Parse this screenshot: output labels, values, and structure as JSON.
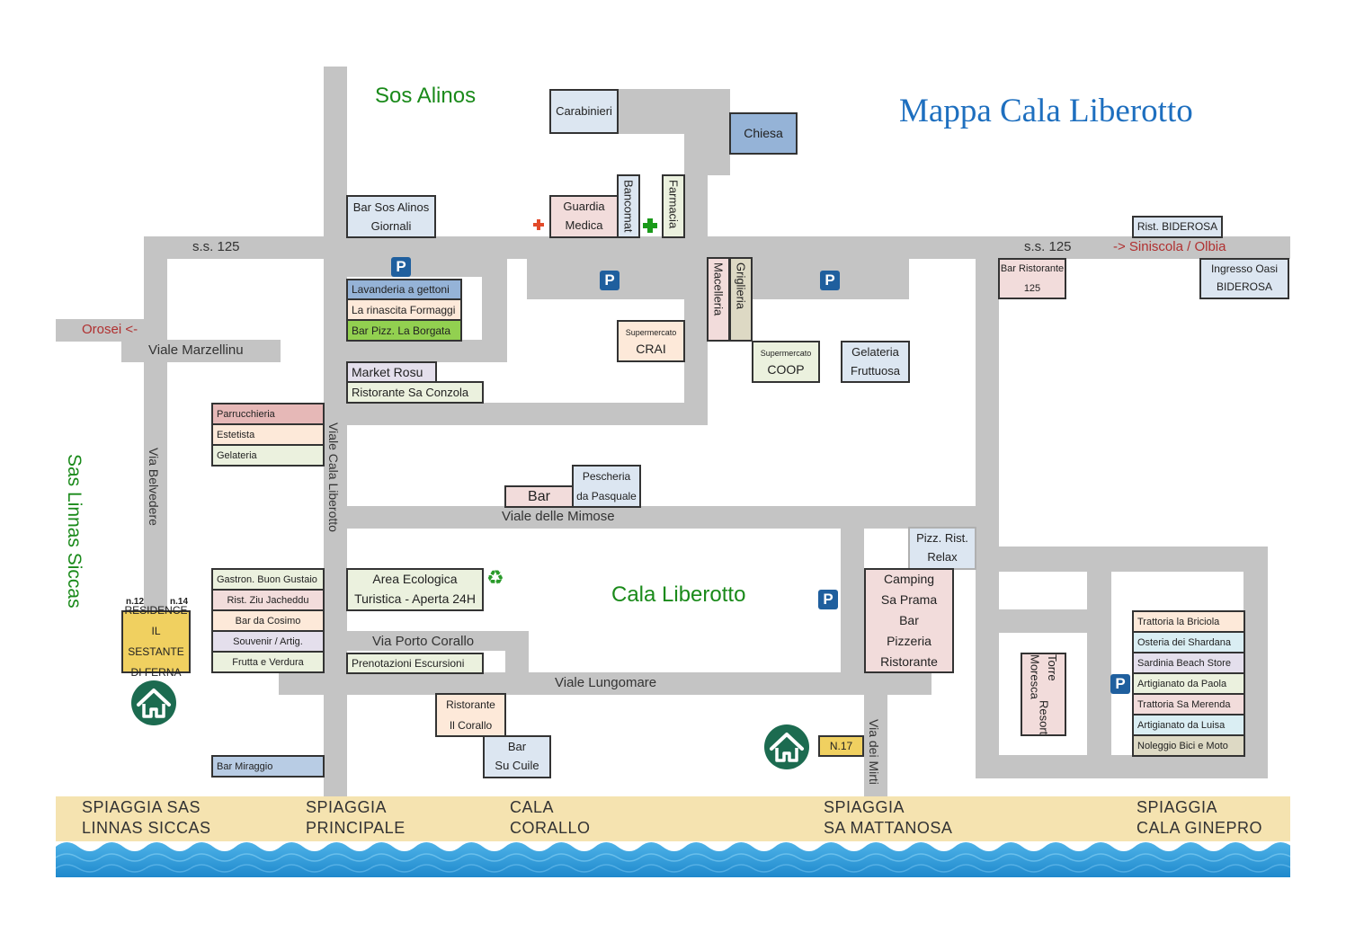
{
  "title": "Mappa Cala Liberotto",
  "areas": {
    "sos_alinos": "Sos Alinos",
    "cala_liberotto": "Cala Liberotto",
    "sas_linnas_siccas": "Sas Linnas Siccas"
  },
  "roads": {
    "ss125_west": "s.s. 125",
    "ss125_east": "s.s. 125",
    "to_siniscola": "-> Siniscola / Olbia",
    "to_orosei": "Orosei <-",
    "viale_marzellinu": "Viale Marzellinu",
    "via_belvedere": "Via Belvedere",
    "viale_cala_liberotto": "Viale Cala Liberotto",
    "viale_mimose": "Viale delle Mimose",
    "via_porto_corallo": "Via Porto Corallo",
    "viale_lungomare": "Viale Lungomare",
    "via_dei_mirti": "Via dei Mirti"
  },
  "parking_label": "P",
  "places": {
    "carabinieri": "Carabinieri",
    "chiesa": "Chiesa",
    "bar_sos_alinos_1": "Bar Sos Alinos",
    "bar_sos_alinos_2": "Giornali",
    "guardia_1": "Guardia",
    "guardia_2": "Medica",
    "bancomat": "Bancomat",
    "farmacia": "Farmacia",
    "rist_biderosa": "Rist. BIDEROSA",
    "bar_ristorante_1": "Bar Ristorante",
    "bar_ristorante_2": "125",
    "oasi_1": "Ingresso Oasi",
    "oasi_2": "BIDEROSA",
    "lavanderia": "Lavanderia a gettoni",
    "rinascita": "La rinascita Formaggi",
    "borgata": "Bar  Pizz. La Borgata",
    "market_rosu": "Market Rosu",
    "sa_conzola": "Ristorante Sa Conzola",
    "macelleria": "Macelleria",
    "griglieria": "Griglieria",
    "crai_1": "Supermercato",
    "crai_2": "CRAI",
    "coop_1": "Supermercato",
    "coop_2": "COOP",
    "gelateria_fr_1": "Gelateria",
    "gelateria_fr_2": "Fruttuosa",
    "parrucchieria": "Parrucchieria",
    "estetista": "Estetista",
    "gelateria": "Gelateria",
    "bar": "Bar",
    "pescheria_1": "Pescheria",
    "pescheria_2": "da Pasquale",
    "pizz_relax_1": "Pizz. Rist.",
    "pizz_relax_2": "Relax",
    "gastron": "Gastron. Buon Gustaio",
    "ziu_jacheddu": "Rist. Ziu Jacheddu",
    "bar_cosimo": "Bar da Cosimo",
    "souvenir": "Souvenir / Artig.",
    "frutta": "Frutta e Verdura",
    "area_eco_1": "Area Ecologica",
    "area_eco_2": "Turistica - Aperta 24H",
    "prenotazioni": "Prenotazioni Escursioni",
    "camping_1": "Camping",
    "camping_2": "Sa Prama",
    "camping_3": "Bar",
    "camping_4": "Pizzeria",
    "camping_5": "Ristorante",
    "torre_1": "Torre Moresca",
    "torre_2": "Resort",
    "briciola": "Trattoria la Briciola",
    "shardana": "Osteria dei Shardana",
    "sardinia_beach": "Sardinia Beach Store",
    "artig_paola": "Artigianato da Paola",
    "sa_merenda": "Trattoria Sa Merenda",
    "artig_luisa": "Artigianato da Luisa",
    "noleggio": "Noleggio Bici e Moto",
    "residence_1": "RESIDENCE",
    "residence_2": "IL SESTANTE",
    "residence_3": "DI FERNA",
    "n12": "n.12",
    "n14": "n.14",
    "n17": "N.17",
    "rist_corallo_1": "Ristorante",
    "rist_corallo_2": "Il Corallo",
    "su_cuile_1": "Bar",
    "su_cuile_2": "Su Cuile",
    "bar_miraggio": "Bar Miraggio"
  },
  "beaches": {
    "sas_linnas_1": "SPIAGGIA SAS",
    "sas_linnas_2": "LINNAS SICCAS",
    "principale_1": "SPIAGGIA",
    "principale_2": "PRINCIPALE",
    "corallo_1": "CALA",
    "corallo_2": "CORALLO",
    "mattanosa_1": "SPIAGGIA",
    "mattanosa_2": "SA MATTANOSA",
    "ginepro_1": "SPIAGGIA",
    "ginepro_2": "CALA GINEPRO"
  },
  "icons": {
    "house": "house-icon",
    "recycle": "recycle-icon",
    "pharmacy_cross": "green-cross-icon",
    "medical_cross": "red-cross-icon"
  },
  "colors": {
    "road": "#c4c4c4",
    "title": "#1e6fbf",
    "area_label": "#1a8a1a",
    "direction": "#b03030",
    "parking": "#1f5f9e",
    "sand": "#f5e3b0",
    "sea": "#2a9ad8"
  }
}
